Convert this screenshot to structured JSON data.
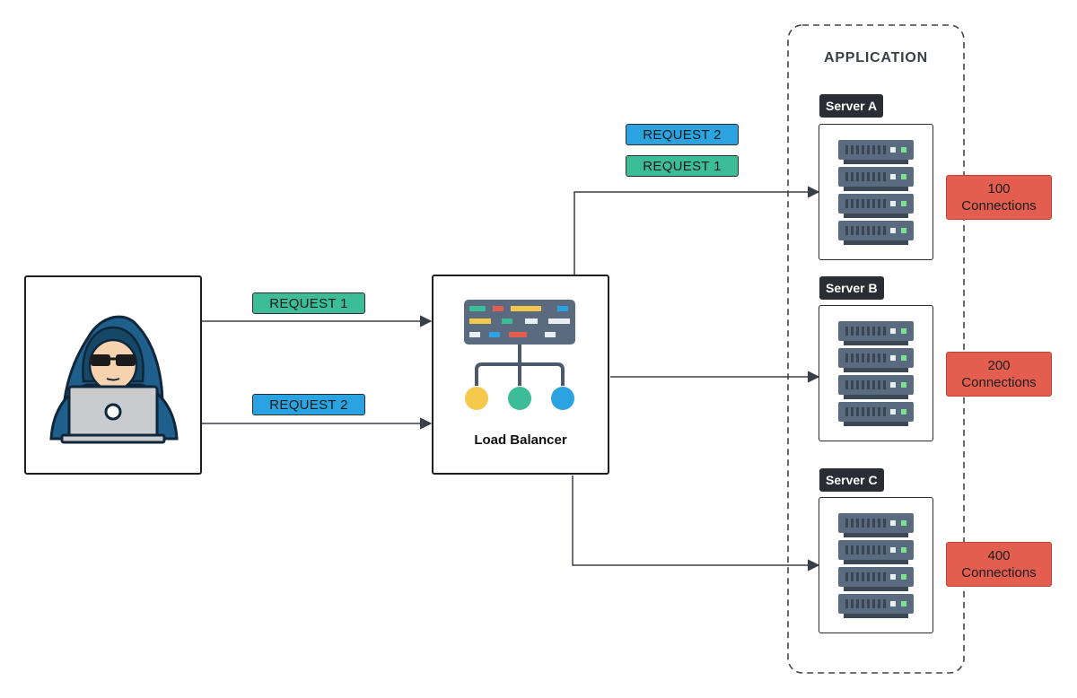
{
  "application": {
    "title": "APPLICATION"
  },
  "client": {
    "icon": "hacker-icon"
  },
  "load_balancer": {
    "label": "Load Balancer",
    "icon": "load-balancer-icon"
  },
  "client_requests": [
    {
      "label": "REQUEST 1",
      "color": "#3dbd97"
    },
    {
      "label": "REQUEST 2",
      "color": "#2aa3e0"
    }
  ],
  "forwarded_requests": [
    {
      "label": "REQUEST 2",
      "color": "#2aa3e0"
    },
    {
      "label": "REQUEST 1",
      "color": "#3dbd97"
    }
  ],
  "servers": [
    {
      "name": "Server A",
      "connections_count": "100",
      "connections_label": "Connections",
      "icon": "server-rack-icon"
    },
    {
      "name": "Server B",
      "connections_count": "200",
      "connections_label": "Connections",
      "icon": "server-rack-icon"
    },
    {
      "name": "Server C",
      "connections_count": "400",
      "connections_label": "Connections",
      "icon": "server-rack-icon"
    }
  ],
  "colors": {
    "connection_badge": "#e35e4f",
    "server_tag": "#2a2d33",
    "hood": "#1f5f8b",
    "arrow": "#3a3f47"
  }
}
